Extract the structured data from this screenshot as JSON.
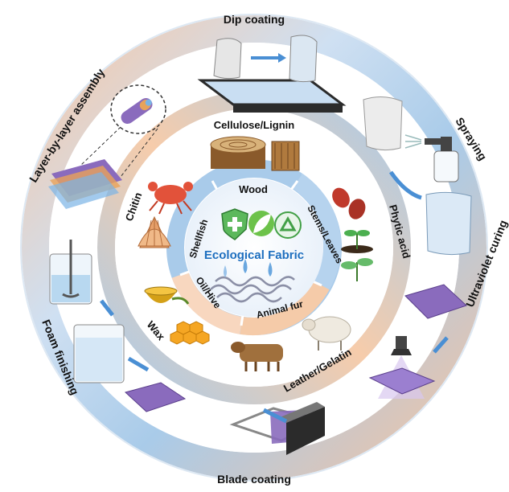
{
  "center": {
    "title": "Ecological Fabric"
  },
  "inner_ring": {
    "sectors": [
      "Wood",
      "Stems/Leaves",
      "Animal fur",
      "Oil/Hive",
      "Shellfish"
    ]
  },
  "middle_ring": {
    "labels": [
      "Cellulose/Lignin",
      "Phytic acid",
      "Leather/Gelatin",
      "Wax",
      "Chitin"
    ]
  },
  "outer_ring": {
    "labels": [
      "Dip coating",
      "Spraying",
      "Ultraviolet curing",
      "Blade coating",
      "Foam finishing",
      "Layer-by-layer assembly"
    ]
  },
  "colors": {
    "blue": "#9cc3e6",
    "peach": "#f5c9a8",
    "fabric_purple": "#8a6bbd",
    "arrow_blue": "#4a8fd4",
    "icon_green": "#4caf50"
  },
  "icons": [
    "tree-rings-icon",
    "crab-icon",
    "scallop-icon",
    "bean-icon",
    "sprout-icon",
    "oil-bowl-icon",
    "honeycomb-icon",
    "sheep-icon",
    "cow-icon",
    "beaker-icon",
    "spray-bottle-icon",
    "uv-lamp-icon",
    "blade-icon",
    "recycle-icon",
    "leaf-icon",
    "shield-cross-icon"
  ]
}
